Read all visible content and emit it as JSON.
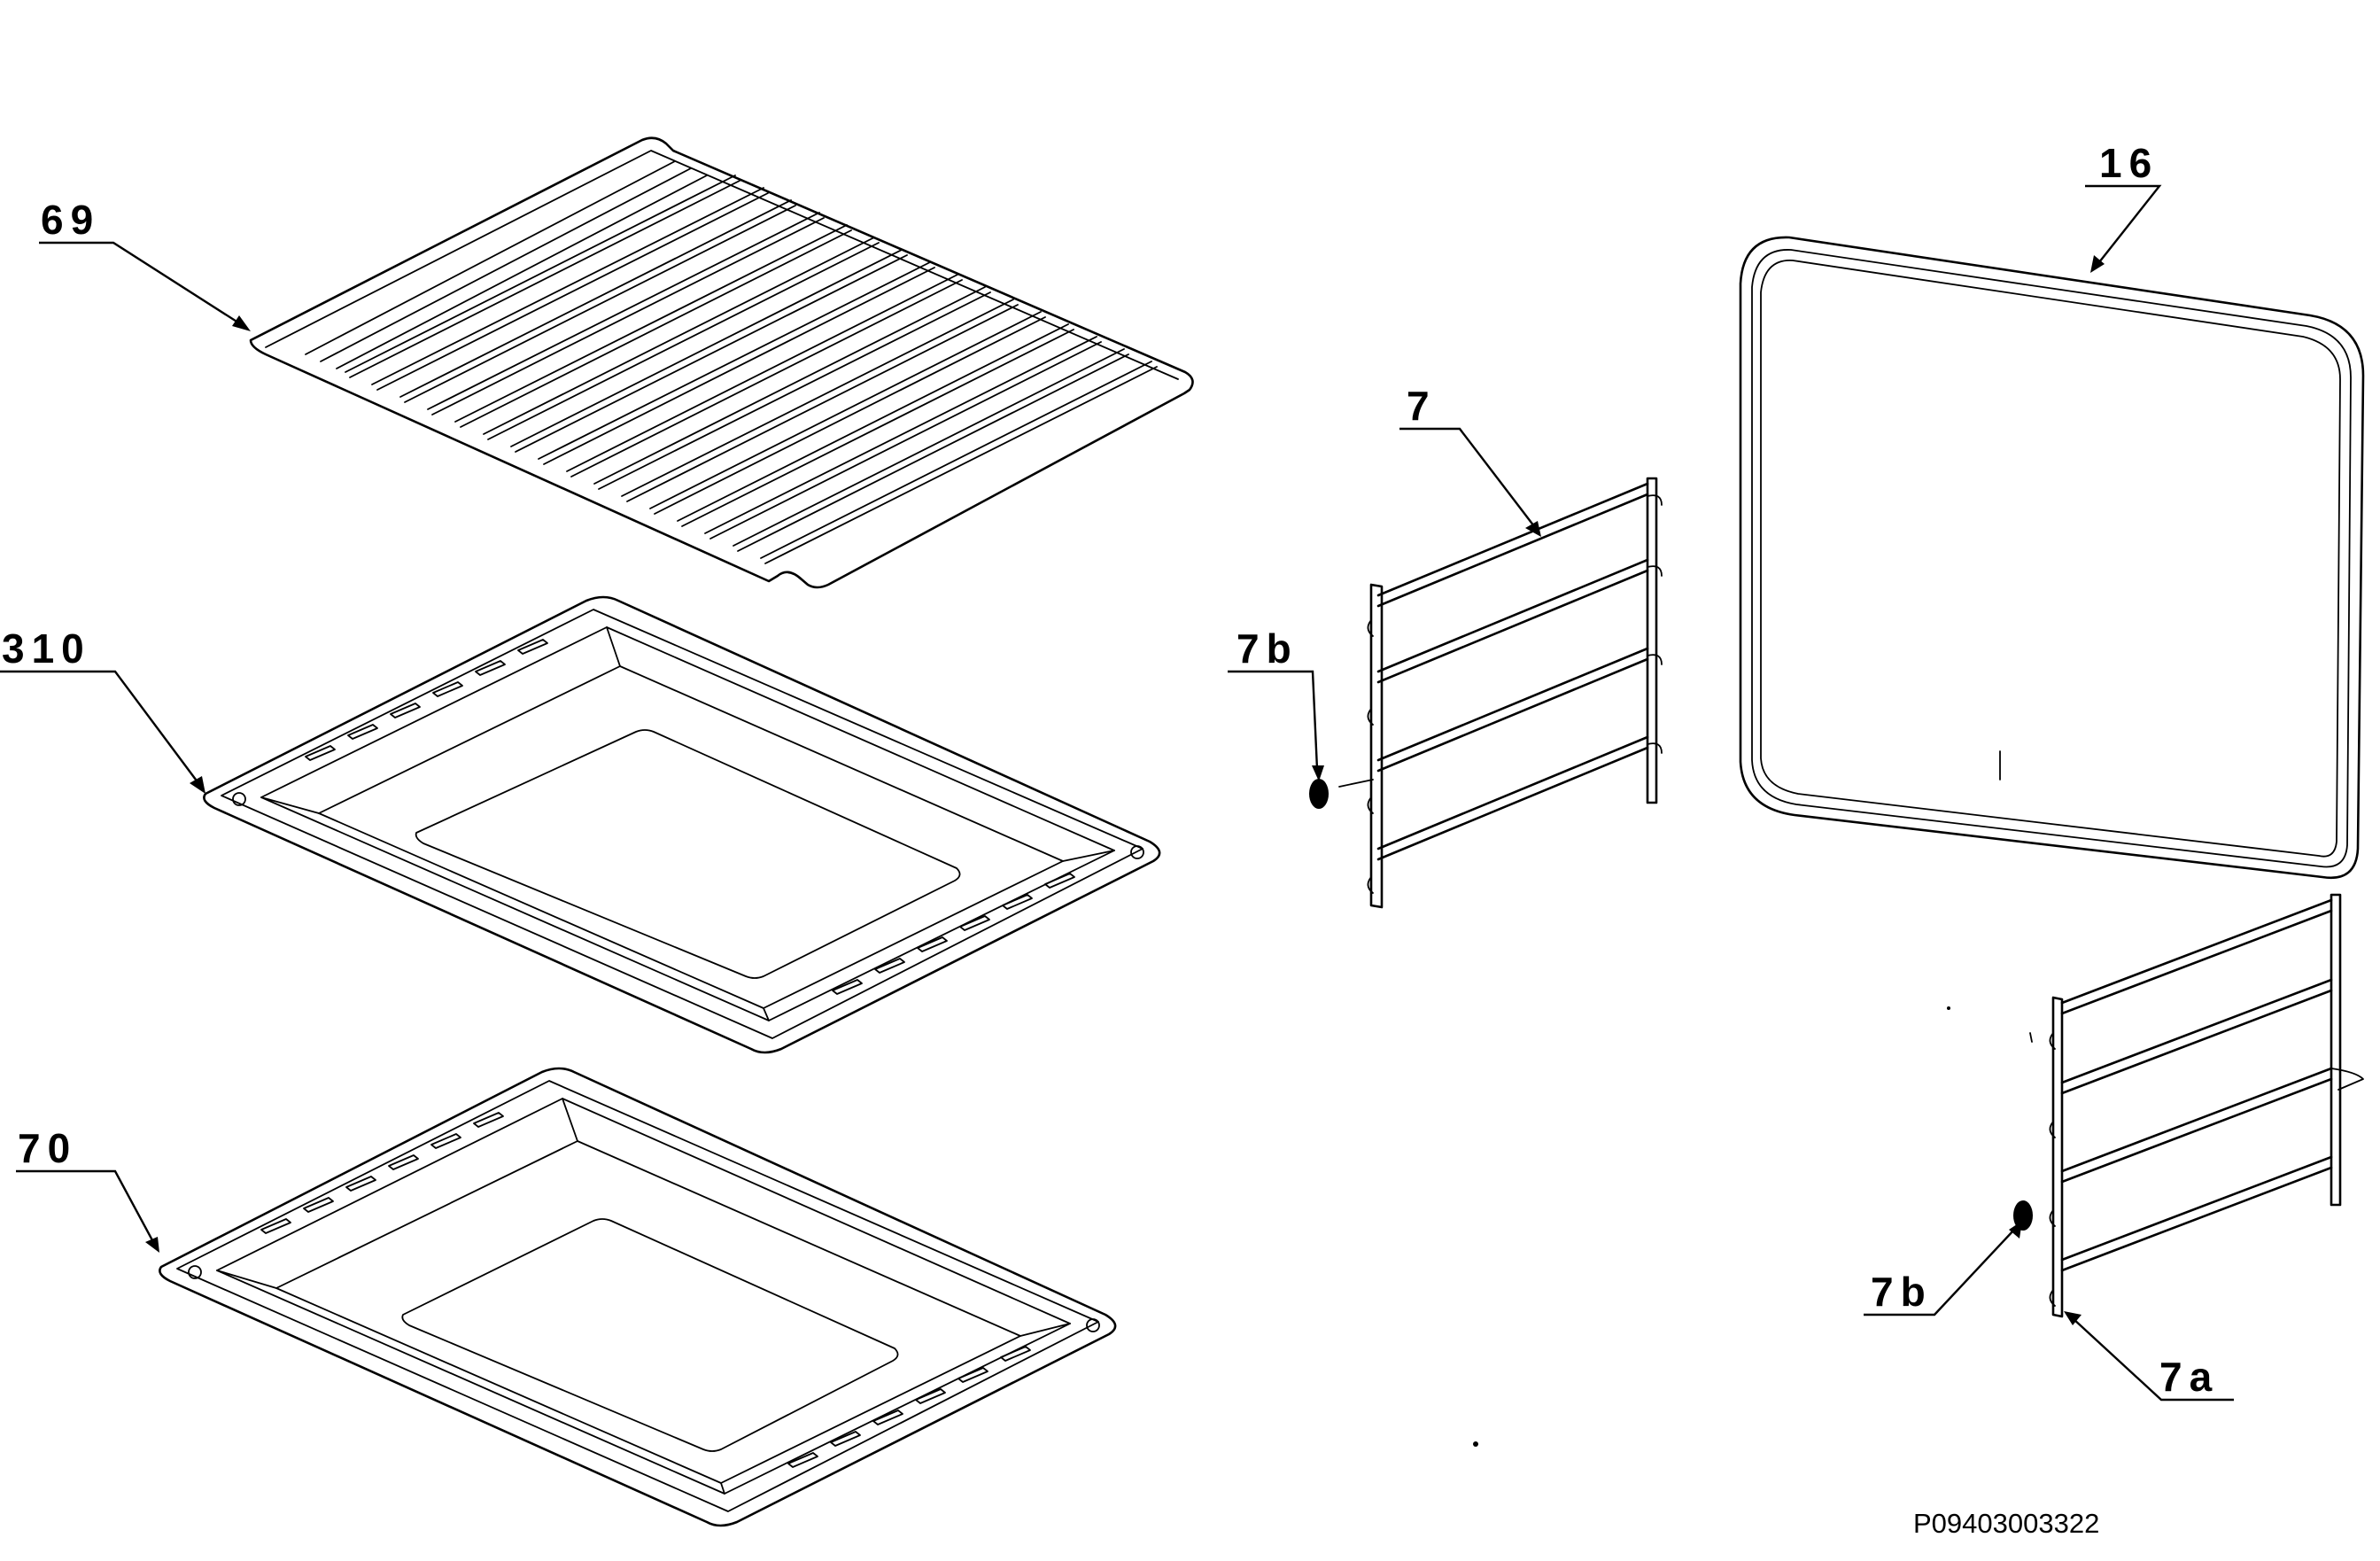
{
  "labels": {
    "wire_shelf": "69",
    "baking_tray": "310",
    "deep_tray": "70",
    "shelf_support_left": "7",
    "shelf_support_right_clip": "7b",
    "shelf_support_left_clip": "7b",
    "shelf_support_right": "7a",
    "door_seal": "16"
  },
  "reference_code": "P09403003322"
}
